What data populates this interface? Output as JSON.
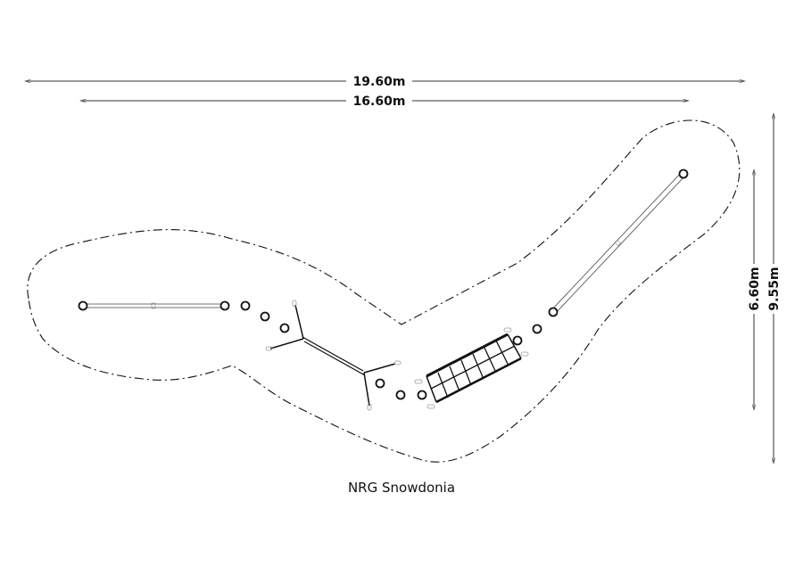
{
  "title": "NRG Snowdonia",
  "dimensions": {
    "overall_width": "19.60m",
    "inner_width": "16.60m",
    "inner_height": "6.60m",
    "overall_height": "9.55m"
  },
  "colors": {
    "line": "#111111",
    "dim": "#333333",
    "anchor": "#999999"
  }
}
